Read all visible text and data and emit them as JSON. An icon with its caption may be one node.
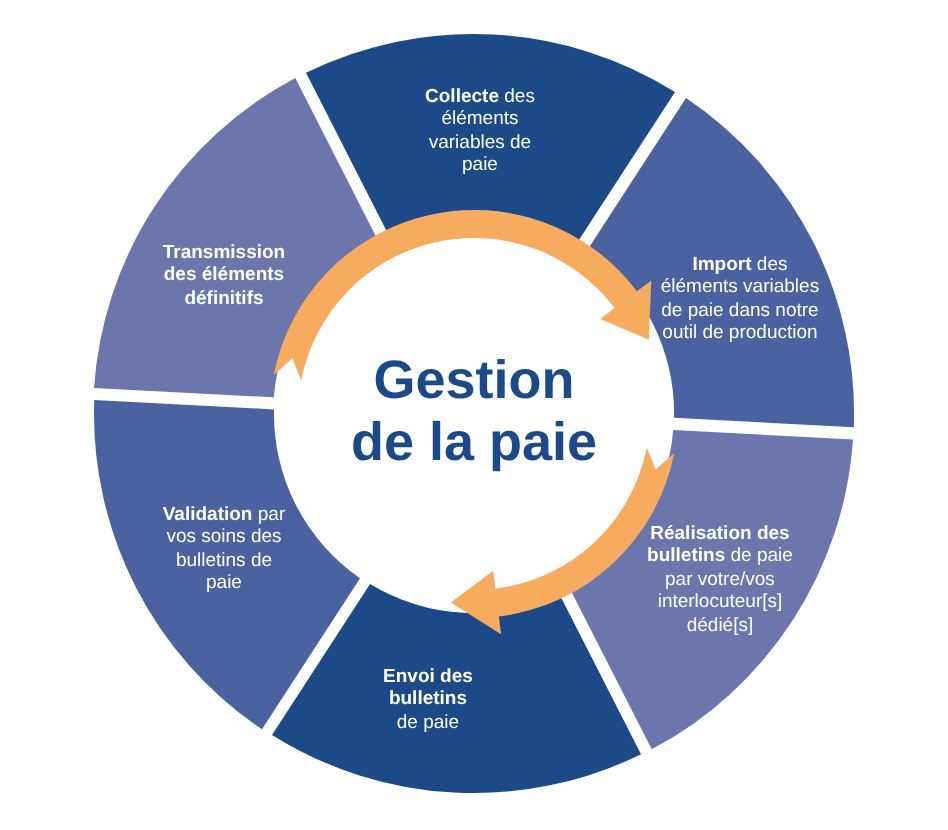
{
  "diagram": {
    "nodes": [
      {
        "text": [
          "Gestion de la paie"
        ]
      },
      {
        "text": [
          "**Collecte** des éléments variables de paie"
        ]
      },
      {
        "text": [
          "**Import** des éléments variables de paie dans notre outil de production"
        ]
      },
      {
        "text": [
          "**Réalisation des bulletins** de paie par votre/vos interlocuteur[s] dédié[s]"
        ]
      },
      {
        "text": [
          "**Envoi des bulletins** de paie"
        ]
      },
      {
        "text": [
          "**Validation** par vos soins des bulletins de paie"
        ]
      },
      {
        "text": [
          "Transmission des éléments définitifs"
        ]
      }
    ],
    "edges": [
      {
        "from": 6,
        "to": 2,
        "arrow": "to"
      },
      {
        "from": 3,
        "to": 4,
        "arrow": "to"
      }
    ]
  }
}
